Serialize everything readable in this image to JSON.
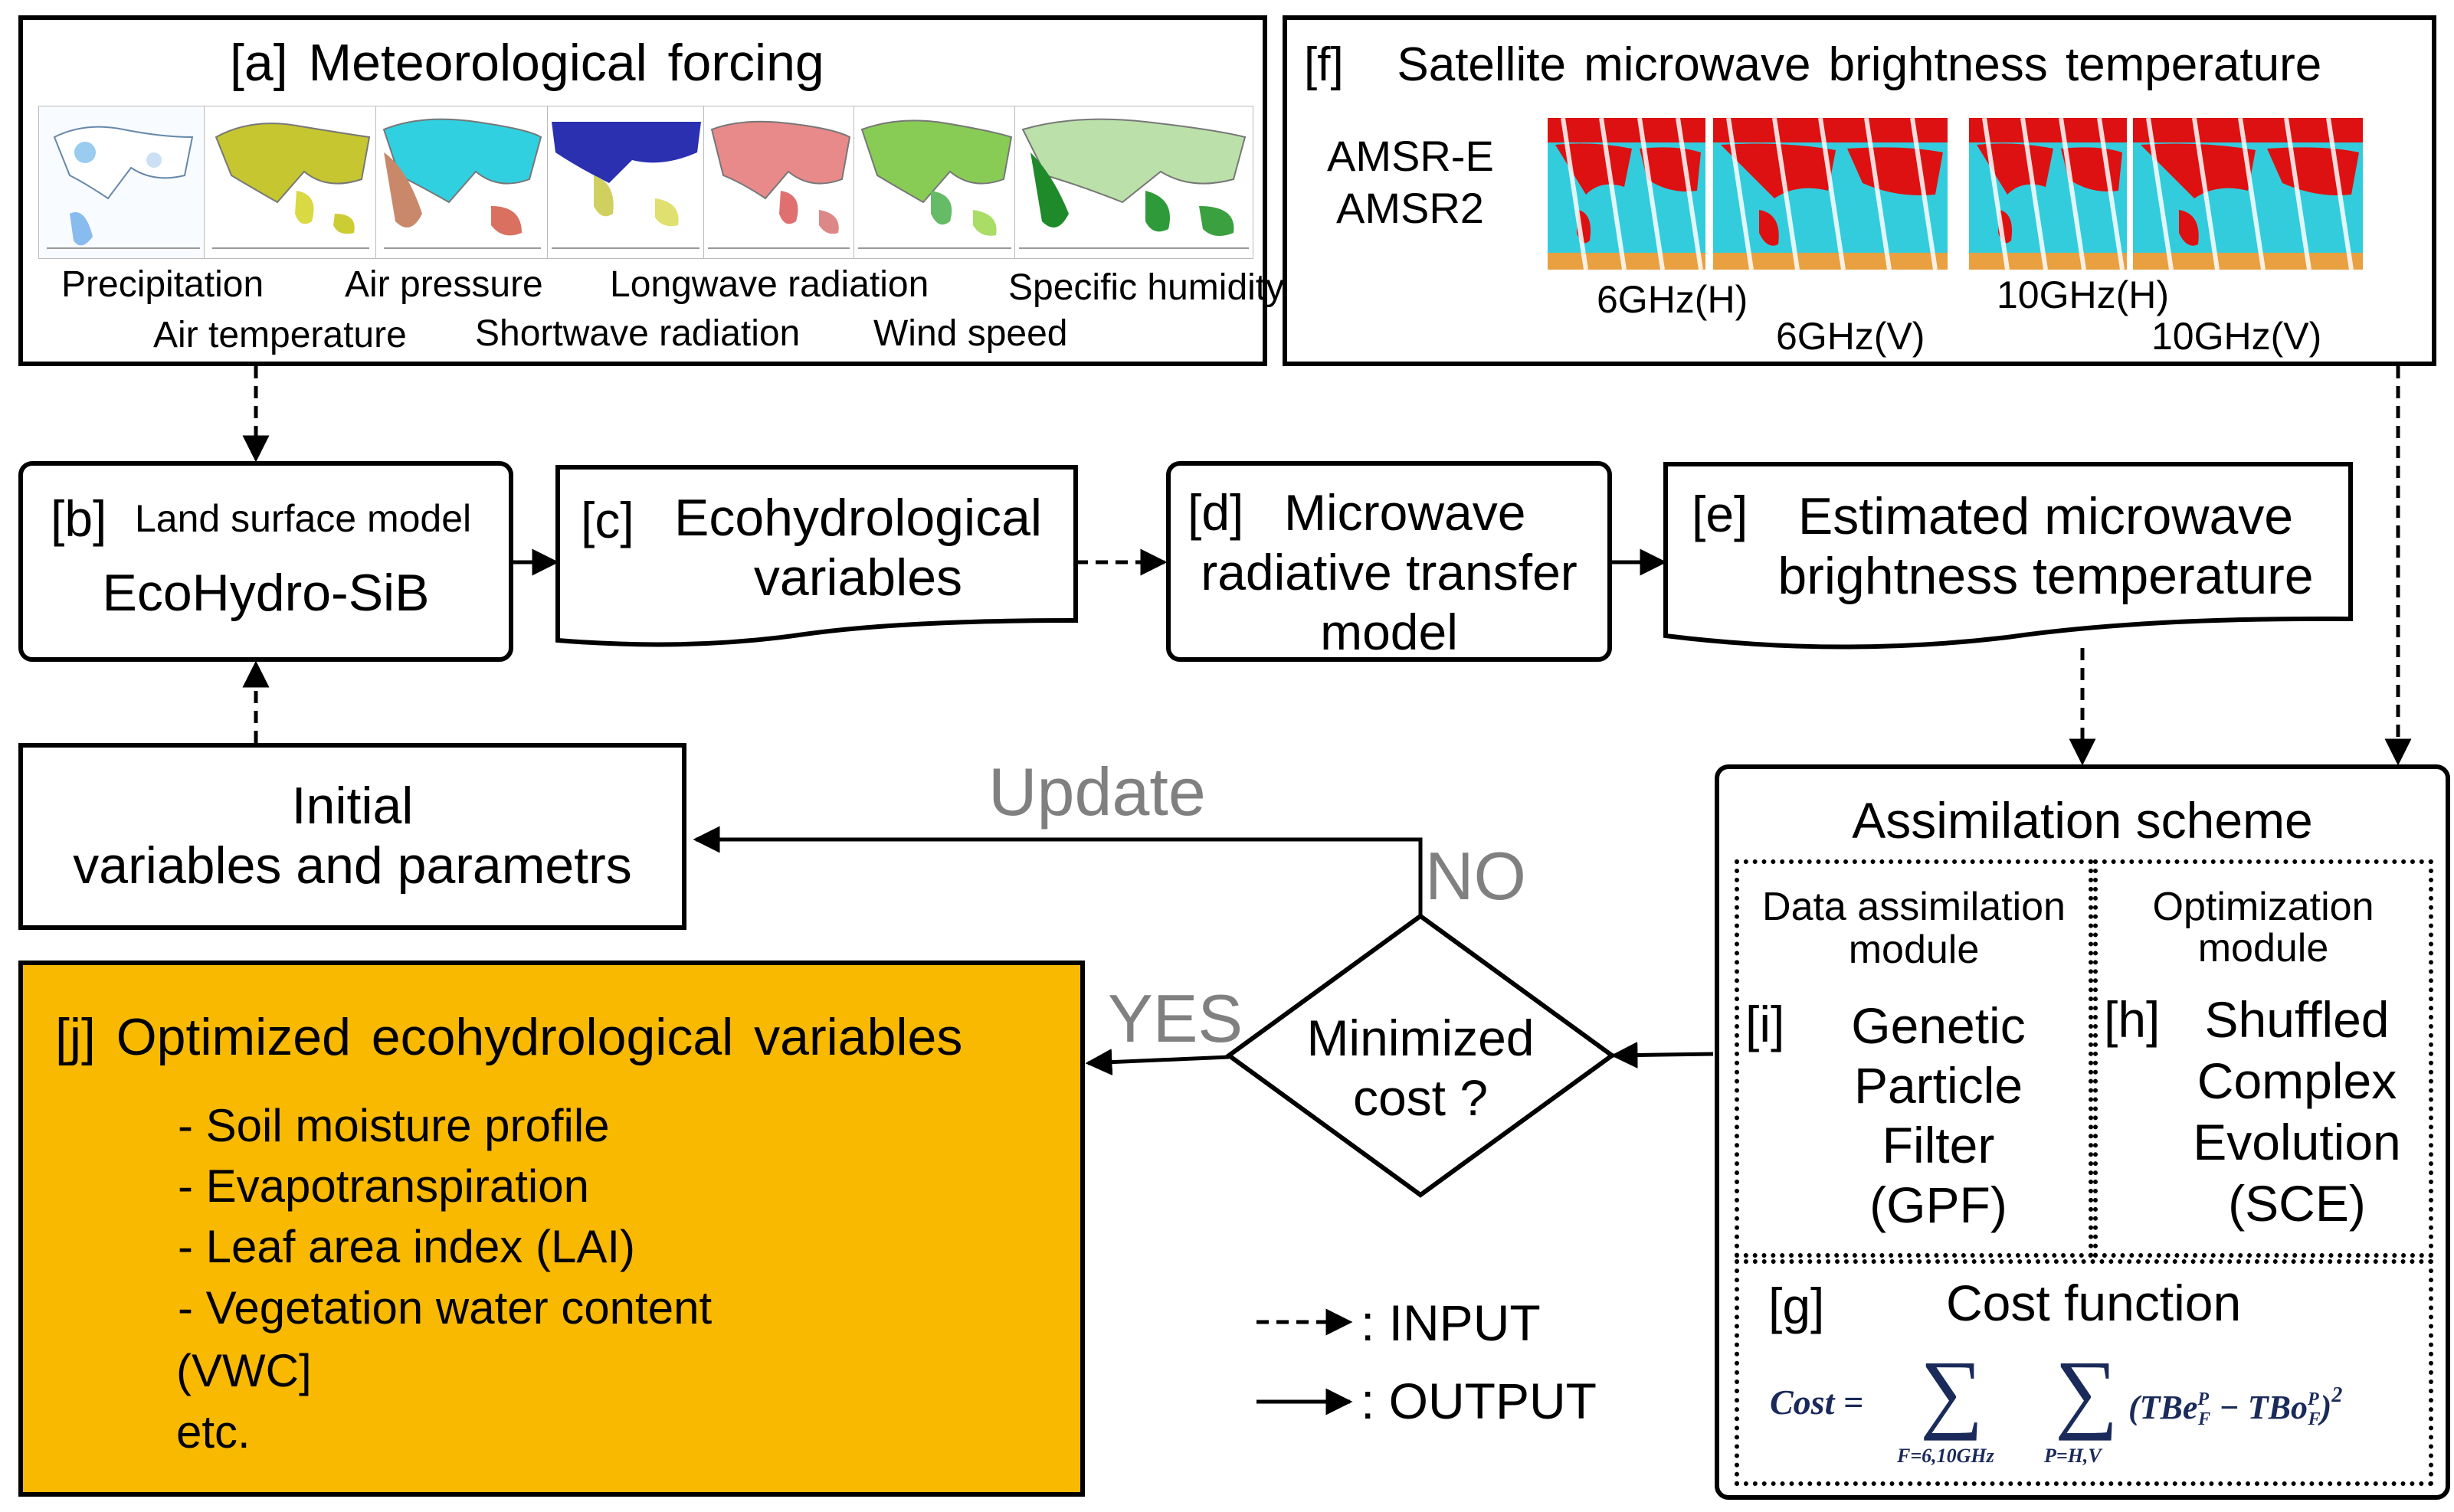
{
  "a": {
    "title": "[a] Meteorological forcing",
    "labels": {
      "precipitation": "Precipitation",
      "air_pressure": "Air pressure",
      "longwave": "Longwave radiation",
      "specific_humidity": "Specific humidity",
      "air_temperature": "Air temperature",
      "shortwave": "Shortwave radiation",
      "wind_speed": "Wind speed"
    }
  },
  "f": {
    "title": "[f]   Satellite microwave brightness temperature",
    "sensor1": "AMSR-E",
    "sensor2": "AMSR2",
    "bands": {
      "h6": "6GHz(H)",
      "v6": "6GHz(V)",
      "h10": "10GHz(H)",
      "v10": "10GHz(V)"
    }
  },
  "b": {
    "tag": "[b]",
    "title": "Land surface model",
    "name": "EcoHydro-SiB"
  },
  "c": {
    "tag": "[c]",
    "line1": "Ecohydrological",
    "line2": "variables"
  },
  "d": {
    "tag": "[d]",
    "line1": "Microwave",
    "line2": "radiative transfer",
    "line3": "model"
  },
  "e": {
    "tag": "[e]",
    "line1": "Estimated microwave",
    "line2": "brightness temperature"
  },
  "initial": {
    "line1": "Initial",
    "line2": "variables and parametrs"
  },
  "update_label": "Update",
  "no_label": "NO",
  "yes_label": "YES",
  "decision": {
    "line1": "Minimized",
    "line2": "cost ?"
  },
  "scheme": {
    "title": "Assimilation scheme",
    "da": {
      "line1": "Data assimilation",
      "line2": "module",
      "tag": "[i]",
      "m1": "Genetic",
      "m2": "Particle",
      "m3": "Filter",
      "m4": "(GPF)"
    },
    "opt": {
      "line1": "Optimization",
      "line2": "module",
      "tag": "[h]",
      "m1": "Shuffled",
      "m2": "Complex",
      "m3": "Evolution",
      "m4": "(SCE)"
    },
    "cost": {
      "tag": "[g]",
      "title": "Cost function",
      "lhs": "Cost =",
      "sum_sub1": "F=6,10GHz",
      "sum_sub2": "P=H,V",
      "term_open": "(TBe",
      "minus": " − TBo",
      "sup_p": "P",
      "sub_f": "F",
      "close": ")",
      "square": "2"
    }
  },
  "j": {
    "title": "[j] Optimized ecohydrological variables",
    "items": [
      "- Soil moisture profile",
      "- Evapotranspiration",
      "- Leaf area index (LAI)",
      "- Vegetation water content"
    ],
    "item_tail1": "(VWC]",
    "item_tail2": "etc."
  },
  "legend": {
    "input": ": INPUT",
    "output": ": OUTPUT"
  },
  "colors": {
    "output_box": "#F8B900",
    "update_text": "#808080",
    "ocean": "#33CCDD",
    "land_red": "#DD1111"
  }
}
